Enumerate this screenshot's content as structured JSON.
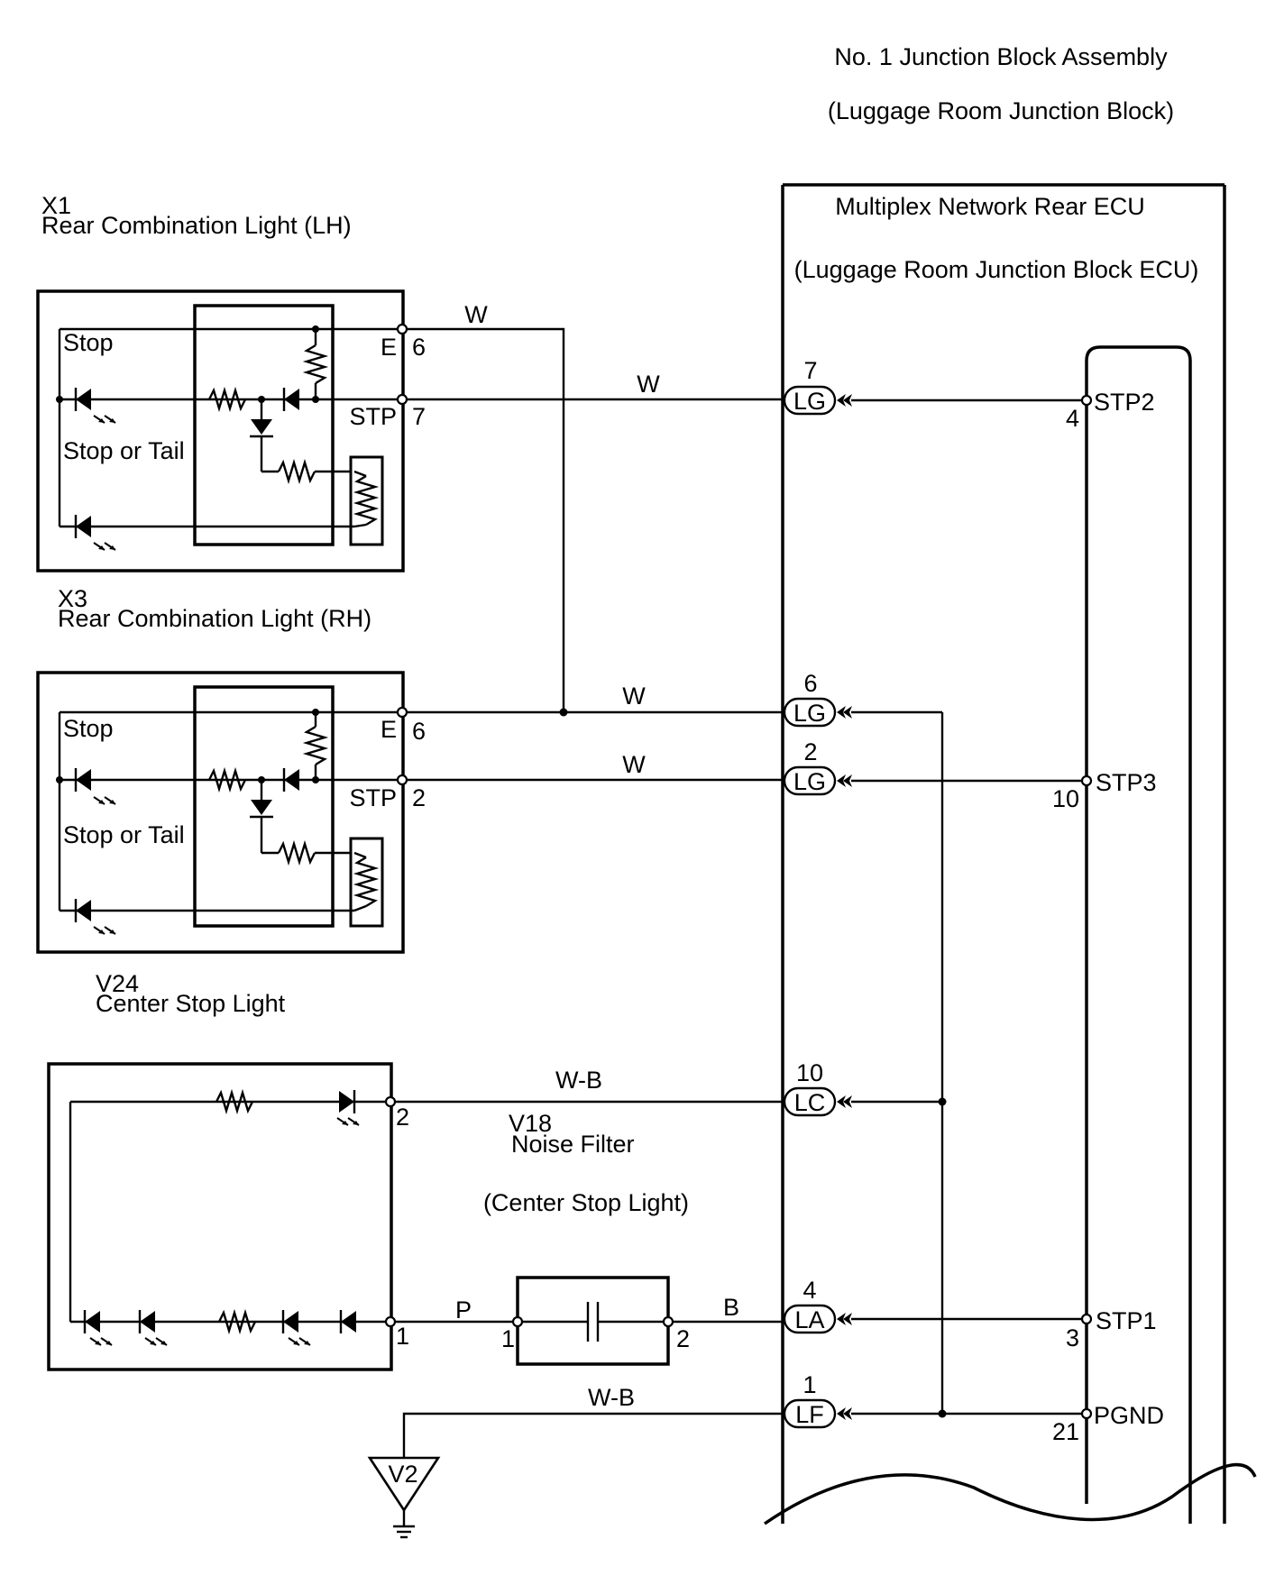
{
  "junction_block": {
    "title": "No. 1 Junction Block Assembly",
    "subtitle": "(Luggage Room Junction Block)"
  },
  "ecu": {
    "title": "Multiplex Network Rear ECU",
    "subtitle": "(Luggage Room Junction Block ECU)",
    "terminals": [
      {
        "name": "STP2",
        "pin": "4"
      },
      {
        "name": "STP3",
        "pin": "10"
      },
      {
        "name": "STP1",
        "pin": "3"
      },
      {
        "name": "PGND",
        "pin": "21"
      }
    ]
  },
  "connectors": [
    {
      "label": "LG",
      "pin": "7"
    },
    {
      "label": "LG",
      "pin": "6"
    },
    {
      "label": "LG",
      "pin": "2"
    },
    {
      "label": "LC",
      "pin": "10"
    },
    {
      "label": "LA",
      "pin": "4"
    },
    {
      "label": "LF",
      "pin": "1"
    }
  ],
  "components": {
    "x1": {
      "code": "X1",
      "name": "Rear Combination Light (LH)",
      "label_stop": "Stop",
      "label_stop_tail": "Stop or Tail",
      "term_e": "E",
      "term_stp": "STP",
      "pin_e": "6",
      "pin_stp": "7"
    },
    "x3": {
      "code": "X3",
      "name": "Rear Combination Light (RH)",
      "label_stop": "Stop",
      "label_stop_tail": "Stop or Tail",
      "term_e": "E",
      "term_stp": "STP",
      "pin_e": "6",
      "pin_stp": "2"
    },
    "v24": {
      "code": "V24",
      "name": "Center Stop Light",
      "pin_top": "2",
      "pin_bottom": "1"
    },
    "v18": {
      "code": "V18",
      "name": "Noise Filter",
      "subtitle": "(Center Stop Light)",
      "pin_in": "1",
      "pin_out": "2"
    },
    "ground": {
      "code": "V2"
    }
  },
  "wires": {
    "x1_e": "W",
    "x1_stp": "W",
    "x3_e": "W",
    "x3_stp": "W",
    "v24_top": "W-B",
    "v24_bottom": "P",
    "filter_out": "B",
    "ground": "W-B"
  }
}
